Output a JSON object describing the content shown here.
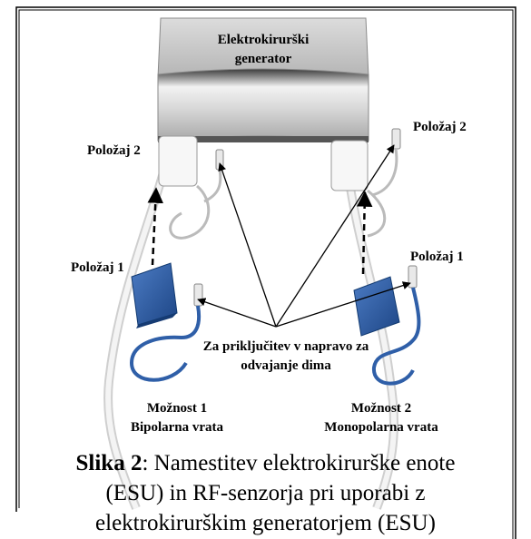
{
  "generator": {
    "label_line1": "Elektrokirurški",
    "label_line2": "generator"
  },
  "left": {
    "position2": "Položaj 2",
    "position1": "Položaj 1",
    "option_title": "Možnost 1",
    "option_subtitle": "Bipolarna vrata"
  },
  "right": {
    "position2": "Položaj 2",
    "position1": "Položaj 1",
    "option_title": "Možnost 2",
    "option_subtitle": "Monopolarna vrata"
  },
  "connector_note_line1": "Za priključitev v napravo za",
  "connector_note_line2": "odvajanje dima",
  "caption": {
    "label": "Slika 2",
    "text_line1": ": Namestitev elektrokirurške enote",
    "text_line2": "(ESU) in RF-senzorja pri uporabi z",
    "text_line3": "elektrokirurškim generatorjem (ESU)"
  },
  "colors": {
    "frame": "#000000",
    "sensor_blue": "#2f5fa8",
    "device_grey": "#c9c9c9"
  }
}
